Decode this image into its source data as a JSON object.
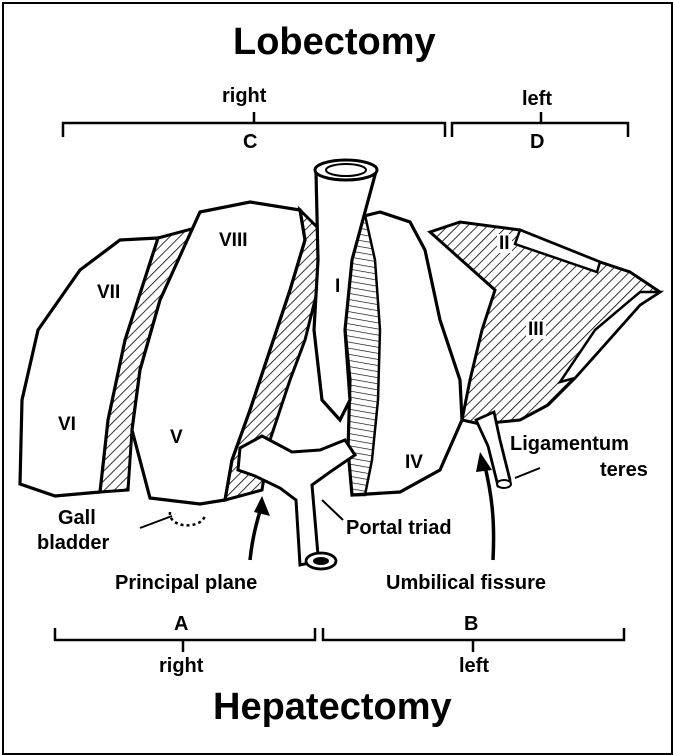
{
  "title_top": "Lobectomy",
  "title_bottom": "Hepatectomy",
  "top_brackets": {
    "right": {
      "side": "right",
      "letter": "C"
    },
    "left": {
      "side": "left",
      "letter": "D"
    }
  },
  "bottom_brackets": {
    "right": {
      "letter": "A",
      "side": "right"
    },
    "left": {
      "letter": "B",
      "side": "left"
    }
  },
  "segments": {
    "I": "I",
    "II": "II",
    "III": "III",
    "IV": "IV",
    "V": "V",
    "VI": "VI",
    "VII": "VII",
    "VIII": "VIII"
  },
  "labels": {
    "gall_bladder_1": "Gall",
    "gall_bladder_2": "bladder",
    "principal_plane": "Principal plane",
    "portal_triad": "Portal triad",
    "umbilical_fissure": "Umbilical fissure",
    "ligamentum_1": "Ligamentum",
    "ligamentum_2": "teres"
  }
}
